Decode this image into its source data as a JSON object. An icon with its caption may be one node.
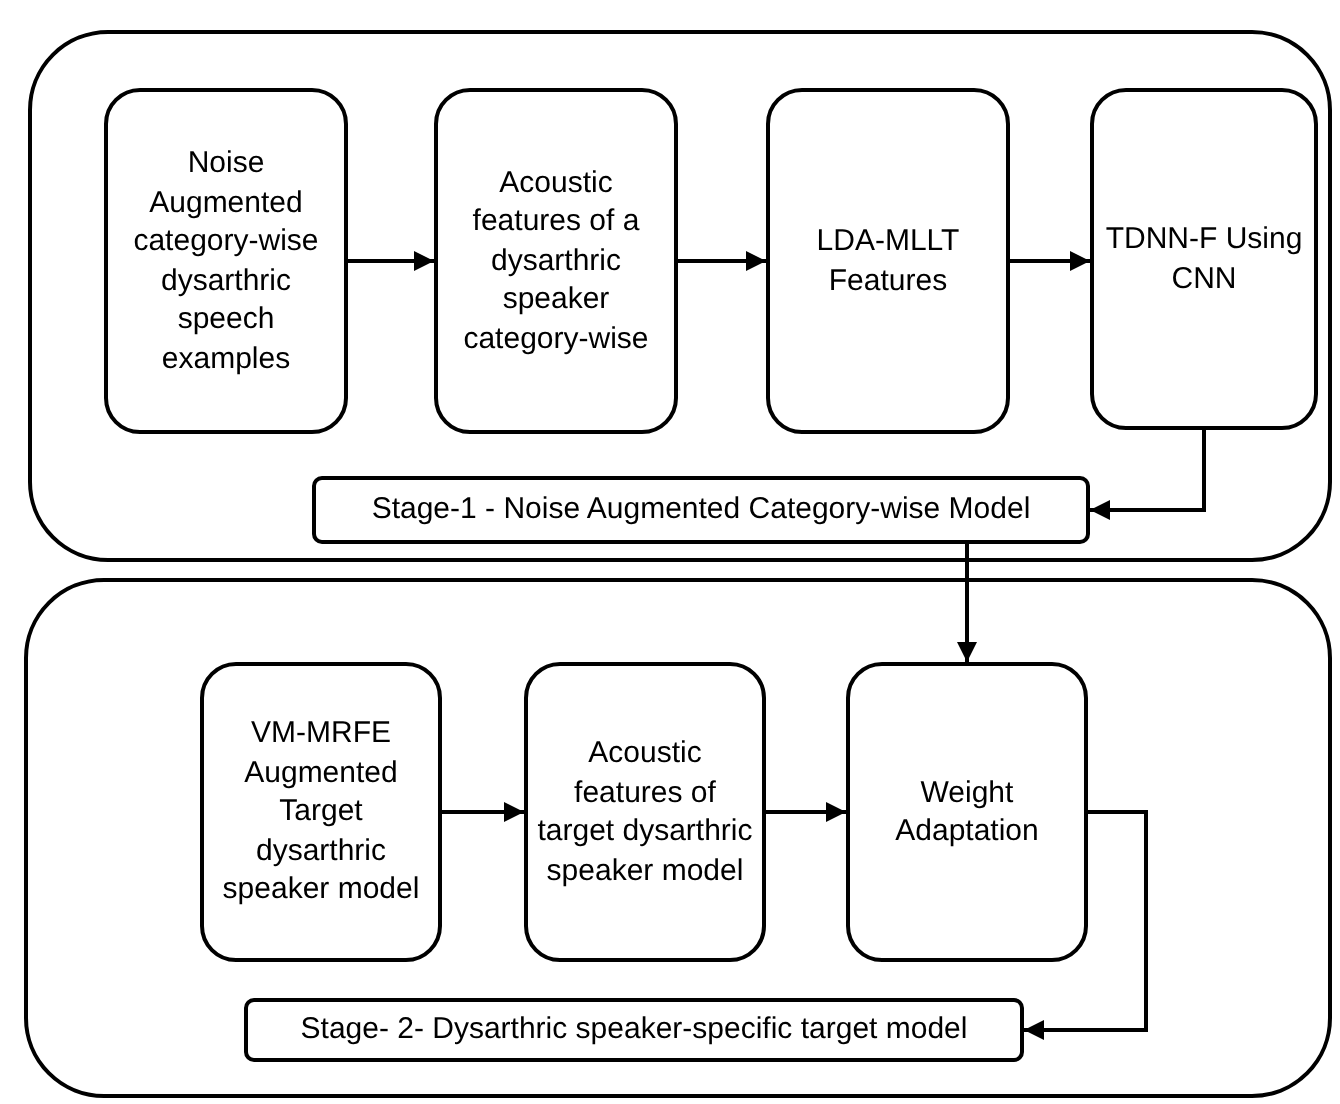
{
  "diagram": {
    "nodes": [
      {
        "text": [],
        "shape": "box"
      },
      {
        "text": [
          "Noise Augmented category-wise dysarthric speech examples"
        ],
        "in": 0
      },
      {
        "text": [
          "Acoustic features of a dysarthric speaker category-wise"
        ],
        "in": 0
      },
      {
        "text": [
          "LDA-MLLT Features"
        ],
        "in": 0
      },
      {
        "text": [
          "TDNN-F Using CNN"
        ],
        "in": 0
      },
      {
        "text": [
          "Stage-1 - Noise Augmented Category-wise Model"
        ],
        "in": 0
      },
      {
        "text": [],
        "shape": "box"
      },
      {
        "text": [
          "VM-MRFE Augmented Target dysarthric speaker model"
        ],
        "in": 6
      },
      {
        "text": [
          "Acoustic features of target dysarthric speaker model"
        ],
        "in": 6
      },
      {
        "text": [
          "Weight Adaptation"
        ],
        "in": 6
      },
      {
        "text": [
          "Stage- 2- Dysarthric speaker-specific target model"
        ],
        "in": 6
      }
    ],
    "edges": [
      {
        "from": 1,
        "to": 2,
        "arrow": "to"
      },
      {
        "from": 2,
        "to": 3,
        "arrow": "to"
      },
      {
        "from": 3,
        "to": 4,
        "arrow": "to"
      },
      {
        "from": 4,
        "to": 5,
        "arrow": "to"
      },
      {
        "from": 5,
        "to": 9,
        "arrow": "to"
      },
      {
        "from": 7,
        "to": 8,
        "arrow": "to"
      },
      {
        "from": 8,
        "to": 9,
        "arrow": "to"
      },
      {
        "from": 9,
        "to": 10,
        "arrow": "to"
      }
    ]
  }
}
